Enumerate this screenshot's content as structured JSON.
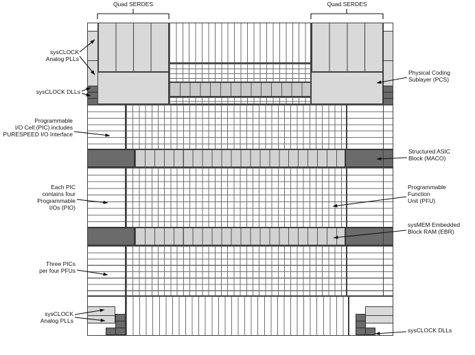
{
  "colors": {
    "background": "#ffffff",
    "light": "#d9d9d9",
    "mid": "#c9c9c9",
    "ebr": "#d2d2d2",
    "dark": "#6b6b6b",
    "line": "#3f3f3f",
    "text": "#111111"
  },
  "labels": {
    "quad_serdes_left": "Quad SERDES",
    "quad_serdes_right": "Quad SERDES",
    "plls_top": [
      "sysCLOCK",
      "Analog PLLs"
    ],
    "dlls_left": "sysCLOCK DLLs",
    "pic": [
      "Programmable",
      "I/O Cell (PIC) includes",
      "PURESPEED I/O Interface"
    ],
    "each_pic": [
      "Each PIC",
      "contains four",
      "Programmable",
      "I/Os (PIO)"
    ],
    "three_pics": [
      "Three PICs",
      "per four PFUs"
    ],
    "plls_bottom": [
      "sysCLOCK",
      "Analog PLLs"
    ],
    "pcs": [
      "Physical Coding",
      "Sublayer (PCS)"
    ],
    "maco": [
      "Structured ASIC",
      "Block (MACO)"
    ],
    "pfu": [
      "Programmable",
      "Function",
      "Unit (PFU)"
    ],
    "ebr": [
      "sysMEM Embedded",
      "Block RAM (EBR)"
    ],
    "dlls_right": "sysCLOCK DLLs"
  }
}
